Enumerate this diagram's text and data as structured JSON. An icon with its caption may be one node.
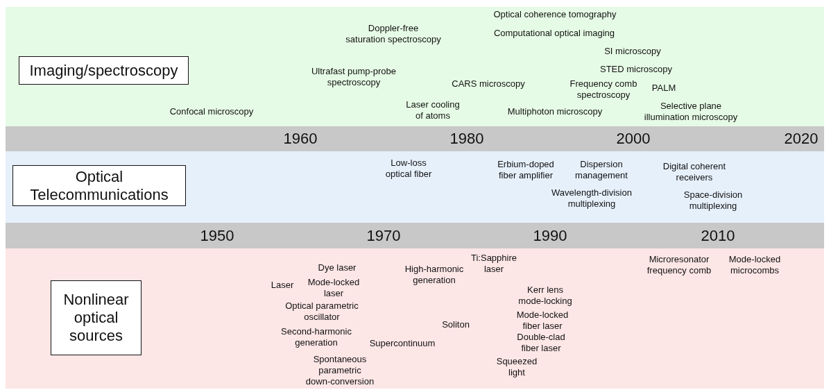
{
  "diagram": {
    "nodes": [
      {
        "text": [
          "Imaging/spectroscopy"
        ]
      },
      {
        "text": [
          "Optical Telecommunications"
        ]
      },
      {
        "text": [
          "Nonlinear optical sources"
        ]
      }
    ],
    "labels": [
      "Optical coherence tomography",
      "Doppler-free saturation spectroscopy",
      "Computational optical imaging",
      "SI microscopy",
      "Ultrafast pump-probe spectroscopy",
      "STED microscopy",
      "CARS microscopy",
      "Frequency comb spectroscopy",
      "PALM",
      "Laser cooling of atoms",
      "Confocal microscopy",
      "Multiphoton microscopy",
      "Selective plane illumination microscopy",
      "1960",
      "1980",
      "2000",
      "2020",
      "Low-loss optical fiber",
      "Erbium-doped fiber amplifier",
      "Dispersion management",
      "Digital coherent receivers",
      "Wavelength-division multiplexing",
      "Space-division multiplexing",
      "1950",
      "1970",
      "1990",
      "2010",
      "Ti:Sapphire laser",
      "Microresonator frequency comb",
      "Mode-locked microcombs",
      "Dye laser",
      "High-harmonic generation",
      "Laser",
      "Mode-locked laser",
      "Kerr lens mode-locking",
      "Optical parametric oscillator",
      "Mode-locked fiber laser",
      "Soliton",
      "Second-harmonic generation",
      "Double-clad fiber laser",
      "Supercontinuum",
      "Squeezed light",
      "Spontaneous parametric down-conversion"
    ]
  }
}
